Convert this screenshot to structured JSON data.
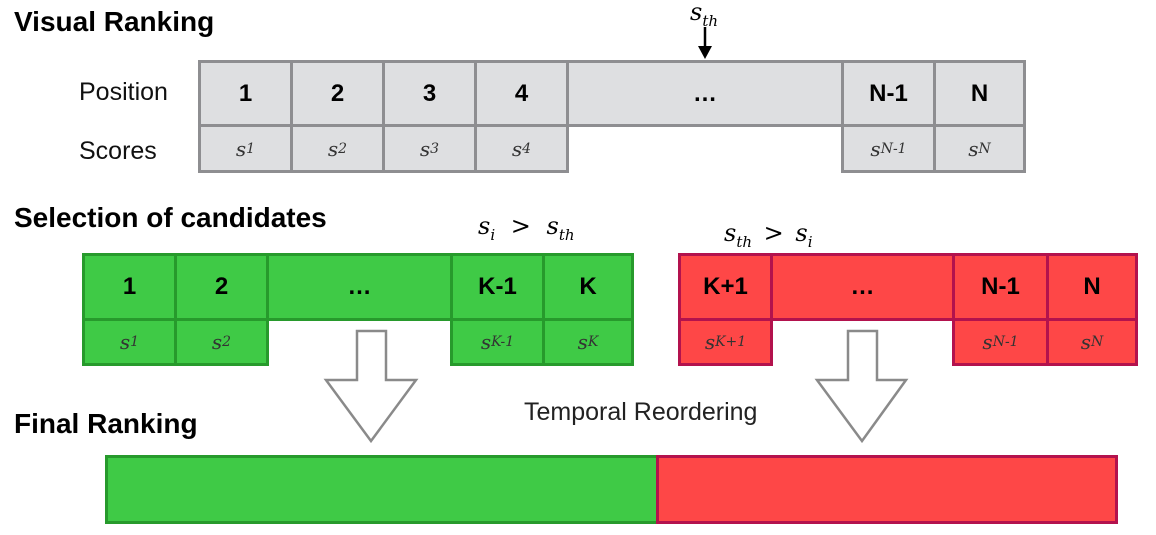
{
  "sections": {
    "visual_ranking": "Visual Ranking",
    "selection": "Selection of candidates",
    "final_ranking": "Final Ranking"
  },
  "row_labels": {
    "position": "Position",
    "scores": "Scores"
  },
  "visual_ranking": {
    "threshold_var": "s",
    "threshold_sub": "th",
    "positions": [
      "1",
      "2",
      "3",
      "4",
      "…",
      "N-1",
      "N"
    ],
    "scores": [
      {
        "var": "s",
        "sub": "1"
      },
      {
        "var": "s",
        "sub": "2"
      },
      {
        "var": "s",
        "sub": "3"
      },
      {
        "var": "s",
        "sub": "4"
      },
      {
        "var": "s",
        "sub": "N-1"
      },
      {
        "var": "s",
        "sub": "N"
      }
    ]
  },
  "selection": {
    "above": {
      "condition": {
        "lhs_var": "s",
        "lhs_sub": "i",
        "op": ">",
        "rhs_var": "s",
        "rhs_sub": "th"
      },
      "positions": [
        "1",
        "2",
        "…",
        "K-1",
        "K"
      ],
      "scores": [
        {
          "var": "s",
          "sub": "1"
        },
        {
          "var": "s",
          "sub": "2"
        },
        {
          "var": "s",
          "sub": "K-1"
        },
        {
          "var": "s",
          "sub": "K"
        }
      ]
    },
    "below": {
      "condition": {
        "lhs_var": "s",
        "lhs_sub": "th",
        "op": ">",
        "rhs_var": "s",
        "rhs_sub": "i"
      },
      "positions": [
        "K+1",
        "…",
        "N-1",
        "N"
      ],
      "scores": [
        {
          "var": "s",
          "sub": "K+1"
        },
        {
          "var": "s",
          "sub": "N-1"
        },
        {
          "var": "s",
          "sub": "N"
        }
      ]
    }
  },
  "final": {
    "caption": "Temporal Reordering"
  },
  "colors": {
    "gray_fill": "#dedfe1",
    "gray_border": "#8e8e91",
    "green_fill": "#3fca46",
    "green_border": "#279a2c",
    "red_fill": "#fe4747",
    "red_border": "#b3124d"
  }
}
